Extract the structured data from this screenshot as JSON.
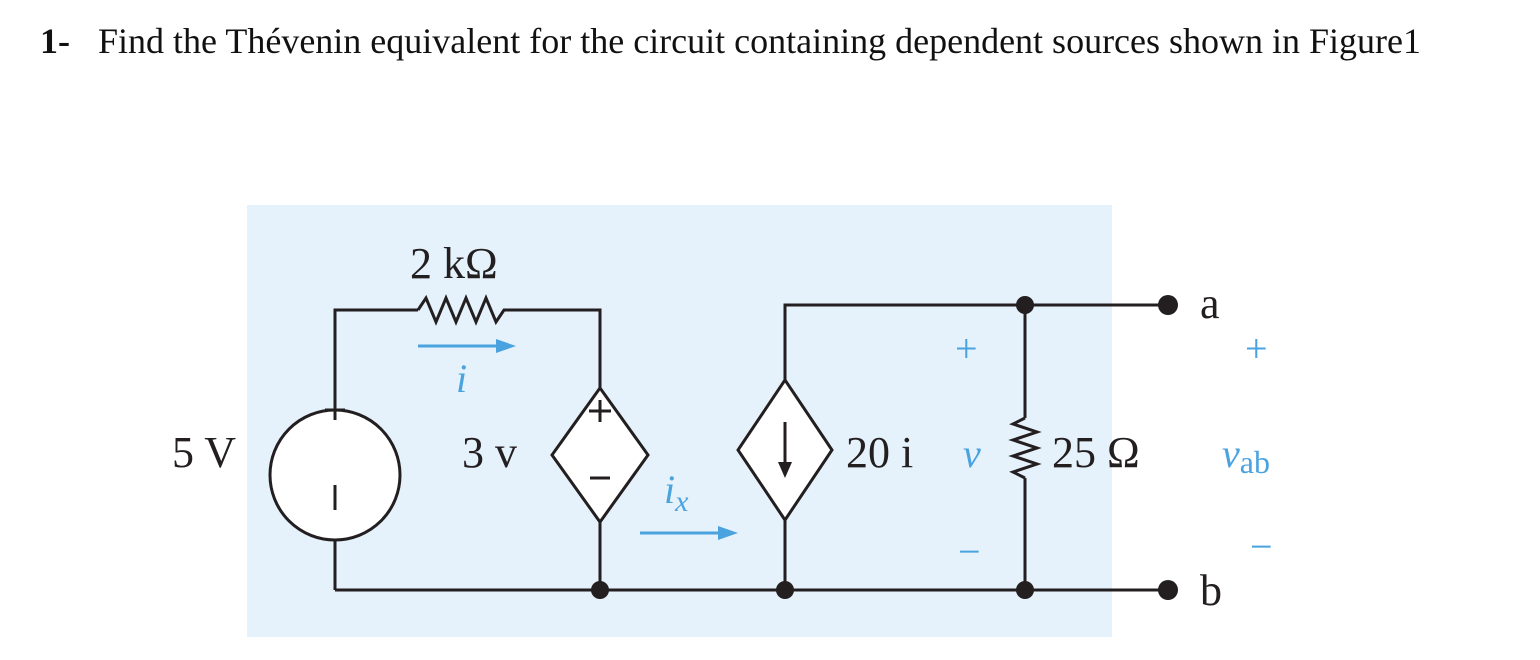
{
  "question": {
    "number": "1-",
    "text": "Find the Thévenin equivalent for the circuit containing dependent sources shown in Figure1"
  },
  "figure": {
    "background_color": "#e5f2fb",
    "wire_color": "#231f20",
    "accent_color": "#4aa3df",
    "labels": {
      "resistor_2k": "2 kΩ",
      "current_i": "i",
      "source_5v": "5 V",
      "plus": "+",
      "minus": "−",
      "dep_voltage": "3 v",
      "current_ix": "ix",
      "dep_current": "20 i",
      "voltage_v": "v",
      "resistor_25": "25 Ω",
      "terminal_a": "a",
      "terminal_b": "b",
      "vab_main": "v",
      "vab_sub": "ab",
      "ix_main": "i",
      "ix_sub": "x"
    }
  }
}
